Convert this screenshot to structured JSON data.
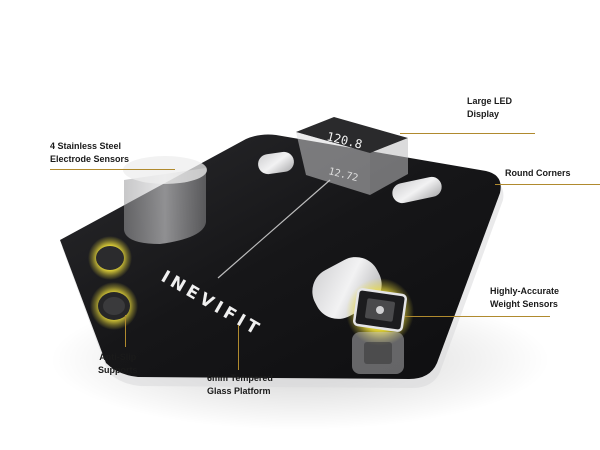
{
  "brand": {
    "logo_text": "INEVIFIT"
  },
  "display_readout": {
    "top": "120.8",
    "bottom": "12.72"
  },
  "callouts": {
    "led_display": {
      "line1": "Large LED",
      "line2": "Display"
    },
    "electrode_sensors": {
      "line1": "4 Stainless Steel",
      "line2": "Electrode Sensors"
    },
    "round_corners": {
      "line1": "Round Corners"
    },
    "weight_sensors": {
      "line1": "Highly-Accurate",
      "line2": "Weight Sensors"
    },
    "anti_slip": {
      "line1": "Anti-Slip",
      "line2": "Supports"
    },
    "glass_platform": {
      "line1": "6mm Tempered",
      "line2": "Glass Platform"
    }
  },
  "colors": {
    "glass": "#1b1b1d",
    "glass_edge": "#d9d9db",
    "leader_line": "#b08a2e",
    "glow": "#f2e23a",
    "text": "#1a1a1a"
  }
}
